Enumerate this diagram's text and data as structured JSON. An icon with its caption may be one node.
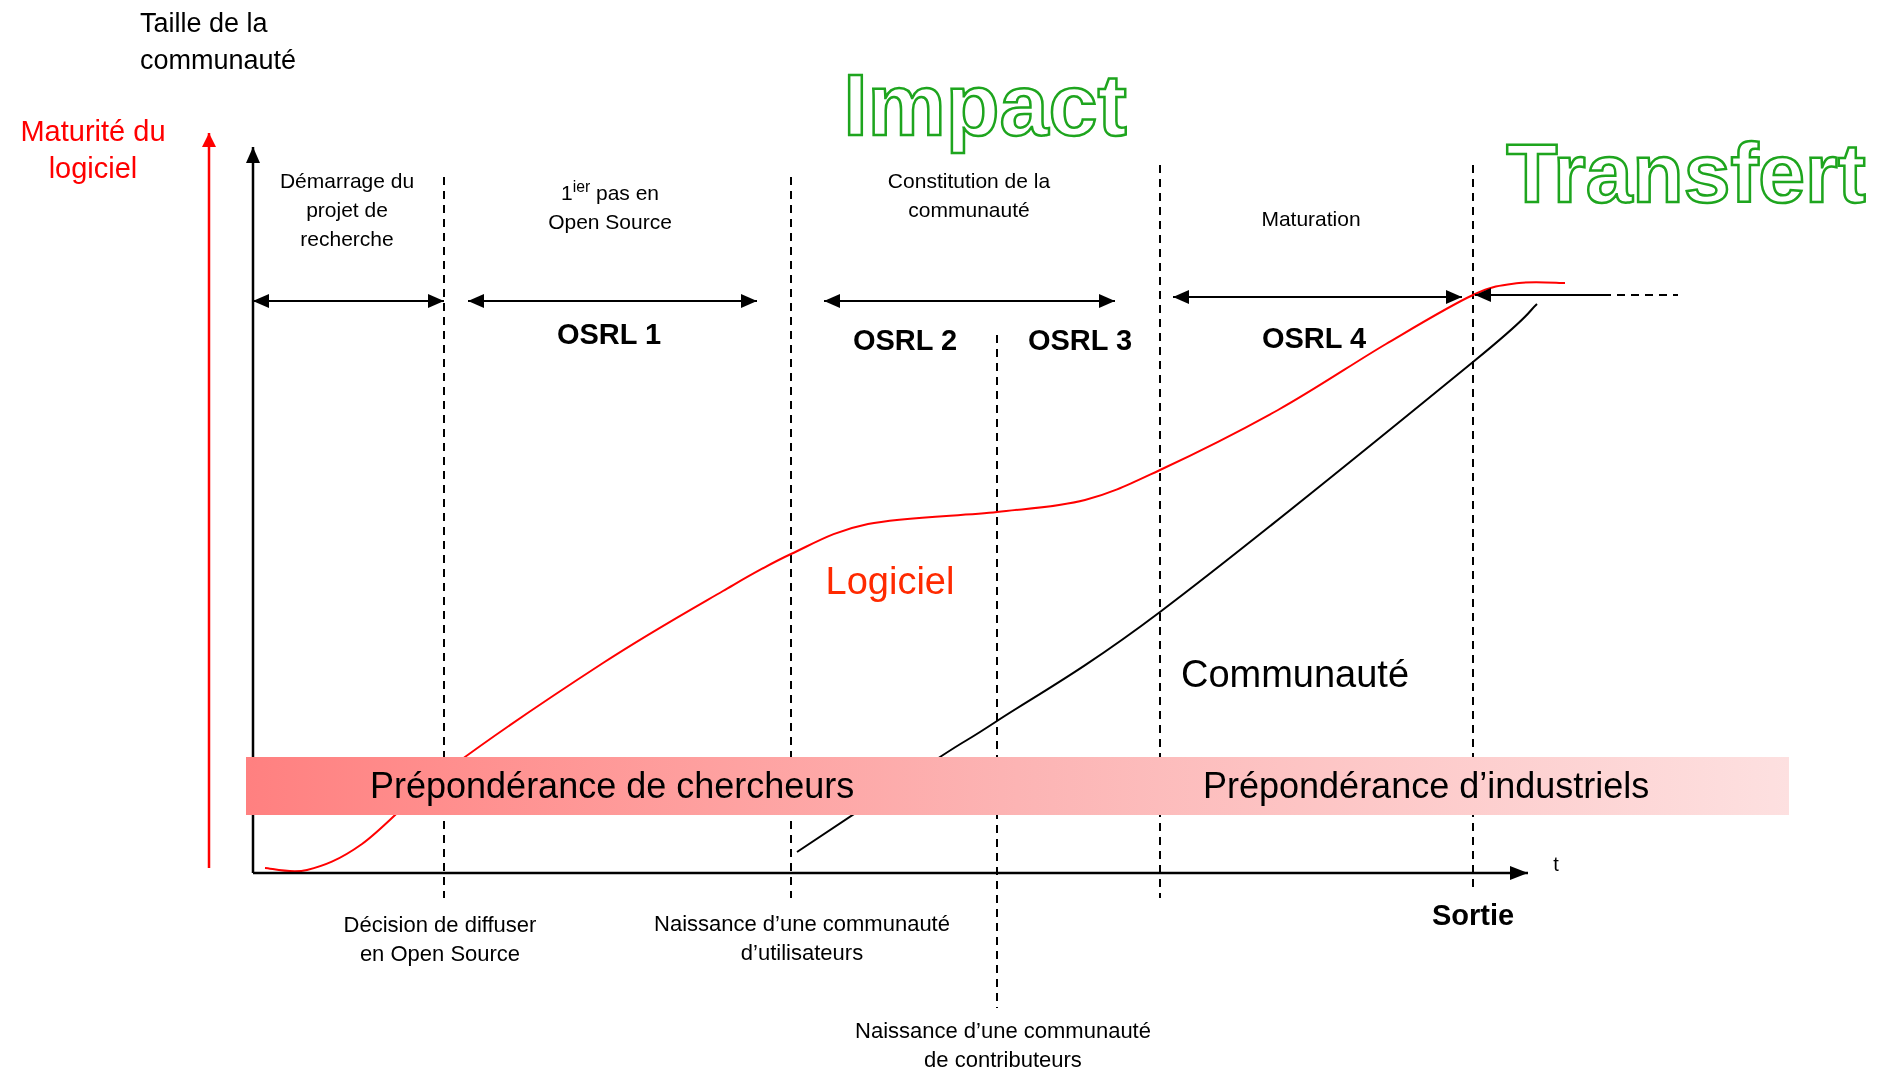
{
  "diagram": {
    "nodes": [
      {
        "text": [
          "Prépondérance de chercheurs",
          "Prépondérance d’industriels"
        ]
      }
    ],
    "labels": [
      "Taille de la communauté",
      "Impact",
      "Maturité du logiciel",
      "Transfert",
      "Démarrage du projet de recherche",
      "1$^{ier}$ pas en Open Source",
      "Constitution de la communauté",
      "Maturation",
      "OSRL 1",
      "OSRL 2",
      "OSRL 3",
      "OSRL 4",
      "Logiciel",
      "Communauté",
      "t",
      "Décision de diffuser en Open Source",
      "Naissance d’une communauté d’utilisateurs",
      "Sortie",
      "Naissance d’une communauté de contributeurs"
    ]
  }
}
